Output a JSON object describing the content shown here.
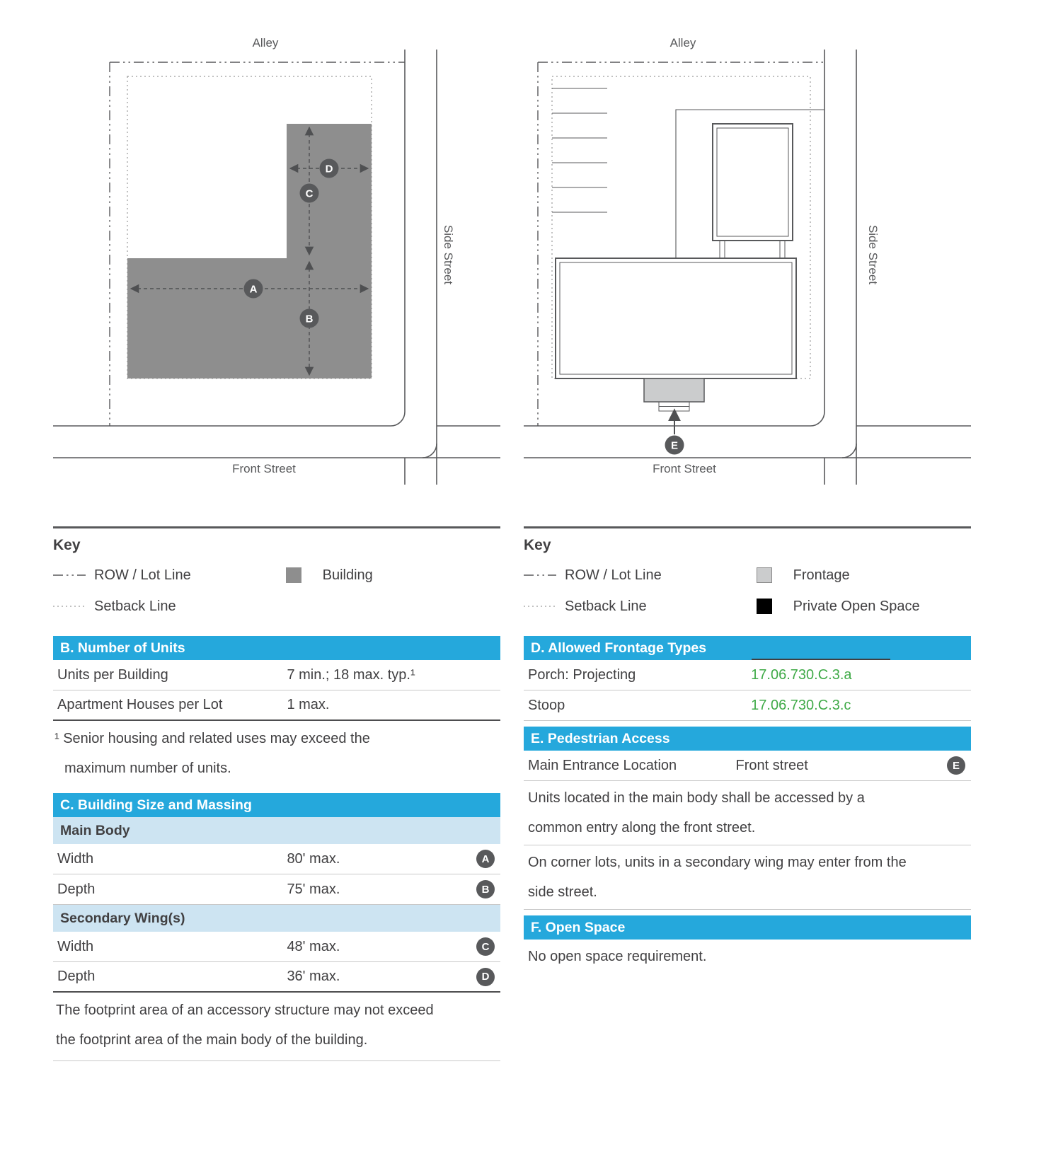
{
  "theme": {
    "accent-blue": "#25a8dc",
    "subheader-blue": "#cde4f2",
    "link-green": "#3faa47",
    "badge-gray": "#58595b",
    "building-gray": "#8e8e8e",
    "frontage-gray": "#cbcccd",
    "open-space-black": "#000000",
    "row-line": "#c9c9c9",
    "text-dark": "#414042"
  },
  "diagrams": {
    "left": {
      "alley": "Alley",
      "side_street": "Side Street",
      "front_street": "Front Street",
      "badges": {
        "a": "A",
        "b": "B",
        "c": "C",
        "d": "D"
      }
    },
    "right": {
      "alley": "Alley",
      "side_street": "Side Street",
      "front_street": "Front Street",
      "badges": {
        "e": "E"
      }
    }
  },
  "key_left": {
    "title": "Key",
    "row_lot_line": "ROW / Lot Line",
    "setback_line": "Setback Line",
    "building": "Building"
  },
  "key_right": {
    "title": "Key",
    "row_lot_line": "ROW / Lot Line",
    "setback_line": "Setback Line",
    "frontage": "Frontage",
    "private_open_space": "Private Open Space"
  },
  "section_b": {
    "title": "B. Number of Units",
    "rows": [
      {
        "label": "Units per Building",
        "value": "7 min.; 18 max. typ.¹"
      },
      {
        "label": "Apartment Houses per Lot",
        "value": "1 max."
      }
    ],
    "footnote": "¹ Senior housing and related uses may exceed the maximum number of units."
  },
  "section_c": {
    "title": "C. Building Size and Massing",
    "groups": [
      {
        "subtitle": "Main Body",
        "rows": [
          {
            "label": "Width",
            "value": "80' max.",
            "badge": "A"
          },
          {
            "label": "Depth",
            "value": "75' max.",
            "badge": "B"
          }
        ]
      },
      {
        "subtitle": "Secondary Wing(s)",
        "rows": [
          {
            "label": "Width",
            "value": "48' max.",
            "badge": "C"
          },
          {
            "label": "Depth",
            "value": "36' max.",
            "badge": "D"
          }
        ]
      }
    ],
    "note": "The footprint area of an accessory structure may not exceed the footprint area of the main body of the building."
  },
  "section_d": {
    "title": "D. Allowed Frontage Types",
    "rows": [
      {
        "label": "Porch: Projecting",
        "value": "17.06.730.C.3.a"
      },
      {
        "label": "Stoop",
        "value": "17.06.730.C.3.c"
      }
    ]
  },
  "section_e": {
    "title": "E. Pedestrian Access",
    "rows": [
      {
        "label": "Main Entrance Location",
        "value": "Front street",
        "badge": "E"
      }
    ],
    "paragraphs": [
      "Units located in the main body shall be accessed by a common entry along the front street.",
      "On corner lots, units in a secondary wing may enter from the side street."
    ]
  },
  "section_f": {
    "title": "F. Open Space",
    "paragraph": "No open space requirement."
  }
}
